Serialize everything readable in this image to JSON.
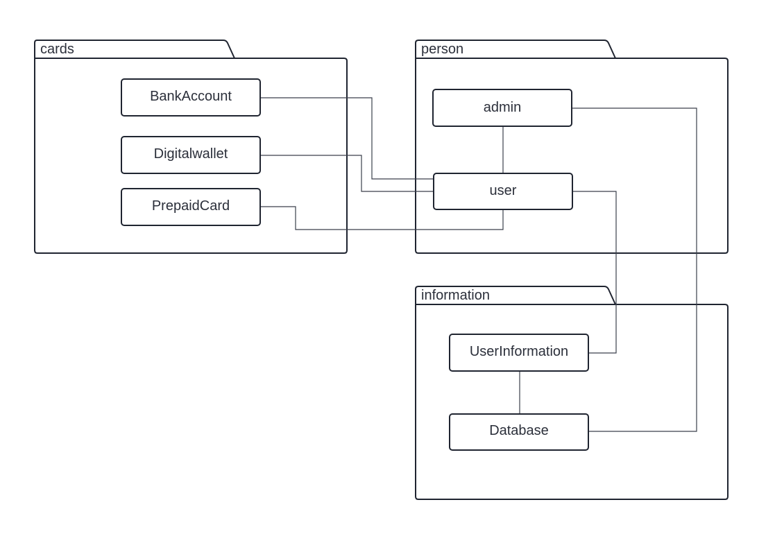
{
  "packages": {
    "cards": {
      "label": "cards"
    },
    "person": {
      "label": "person"
    },
    "information": {
      "label": "information"
    }
  },
  "classes": {
    "bank_account": {
      "label": "BankAccount"
    },
    "digital_wallet": {
      "label": "Digitalwallet"
    },
    "prepaid_card": {
      "label": "PrepaidCard"
    },
    "admin": {
      "label": "admin"
    },
    "user": {
      "label": "user"
    },
    "user_information": {
      "label": "UserInformation"
    },
    "database": {
      "label": "Database"
    }
  },
  "connections": [
    {
      "from": "BankAccount",
      "to": "user"
    },
    {
      "from": "Digitalwallet",
      "to": "user"
    },
    {
      "from": "PrepaidCard",
      "to": "user"
    },
    {
      "from": "admin",
      "to": "user"
    },
    {
      "from": "user",
      "to": "UserInformation"
    },
    {
      "from": "admin",
      "to": "Database"
    },
    {
      "from": "UserInformation",
      "to": "Database"
    }
  ]
}
